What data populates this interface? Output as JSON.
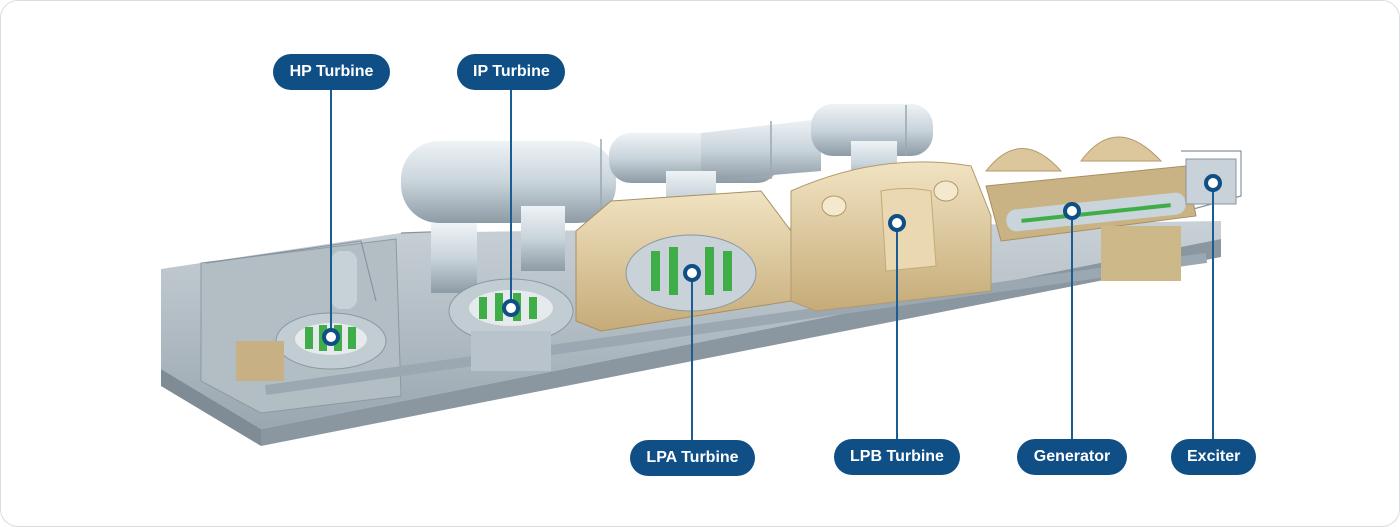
{
  "labels": {
    "hp": "HP Turbine",
    "ip": "IP Turbine",
    "lpa": "LPA Turbine",
    "lpb": "LPB Turbine",
    "generator": "Generator",
    "exciter": "Exciter"
  },
  "colors": {
    "label_bg": "#0f4f86",
    "leader_line": "#1b5c93",
    "steel": "#b8c4cc",
    "casing": "#d8c49a",
    "blade_green": "#3fae49"
  }
}
